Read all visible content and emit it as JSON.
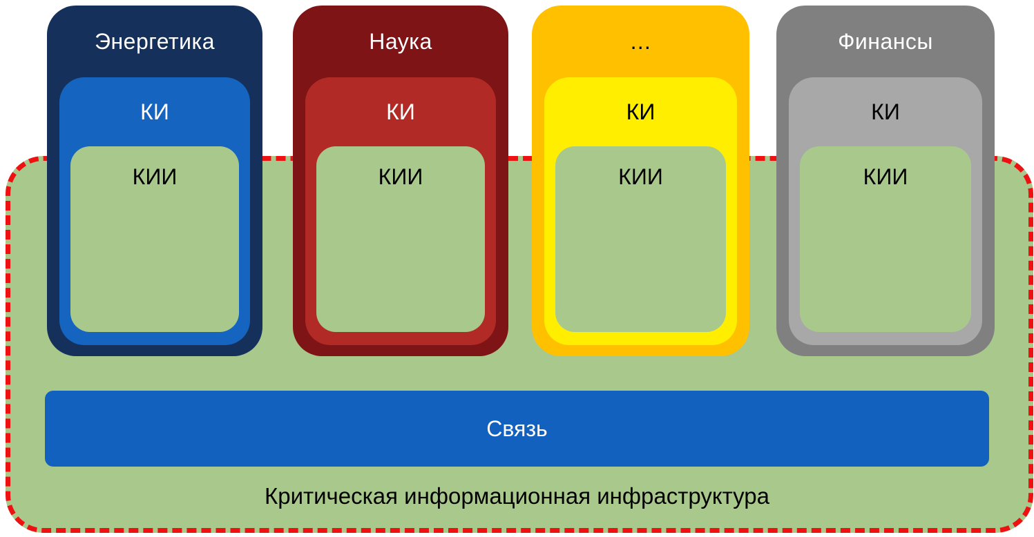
{
  "diagram": {
    "bottom_title": "Критическая информационная инфраструктура",
    "background": {
      "color": "#a9c98c",
      "border_color": "#ee1111"
    },
    "communication_bar": {
      "label": "Связь",
      "color": "#1261be",
      "text_color": "#ffffff"
    },
    "sectors": [
      {
        "label": "Энергетика",
        "label_color": "#ffffff",
        "outer_color": "#15305b",
        "ki_label": "КИ",
        "ki_color": "#1565c0",
        "ki_text_color": "#ffffff",
        "kii_label": "КИИ",
        "kii_color": "#a9c98c",
        "kii_text_color": "#000000"
      },
      {
        "label": "Наука",
        "label_color": "#ffffff",
        "outer_color": "#7e1416",
        "ki_label": "КИ",
        "ki_color": "#b22a25",
        "ki_text_color": "#ffffff",
        "kii_label": "КИИ",
        "kii_color": "#a9c98c",
        "kii_text_color": "#000000"
      },
      {
        "label": "…",
        "label_color": "#000000",
        "outer_color": "#ffc000",
        "ki_label": "КИ",
        "ki_color": "#ffee00",
        "ki_text_color": "#000000",
        "kii_label": "КИИ",
        "kii_color": "#a9c98c",
        "kii_text_color": "#000000"
      },
      {
        "label": "Финансы",
        "label_color": "#ffffff",
        "outer_color": "#808080",
        "ki_label": "КИ",
        "ki_color": "#a8a8a8",
        "ki_text_color": "#000000",
        "kii_label": "КИИ",
        "kii_color": "#a9c98c",
        "kii_text_color": "#000000"
      }
    ]
  }
}
